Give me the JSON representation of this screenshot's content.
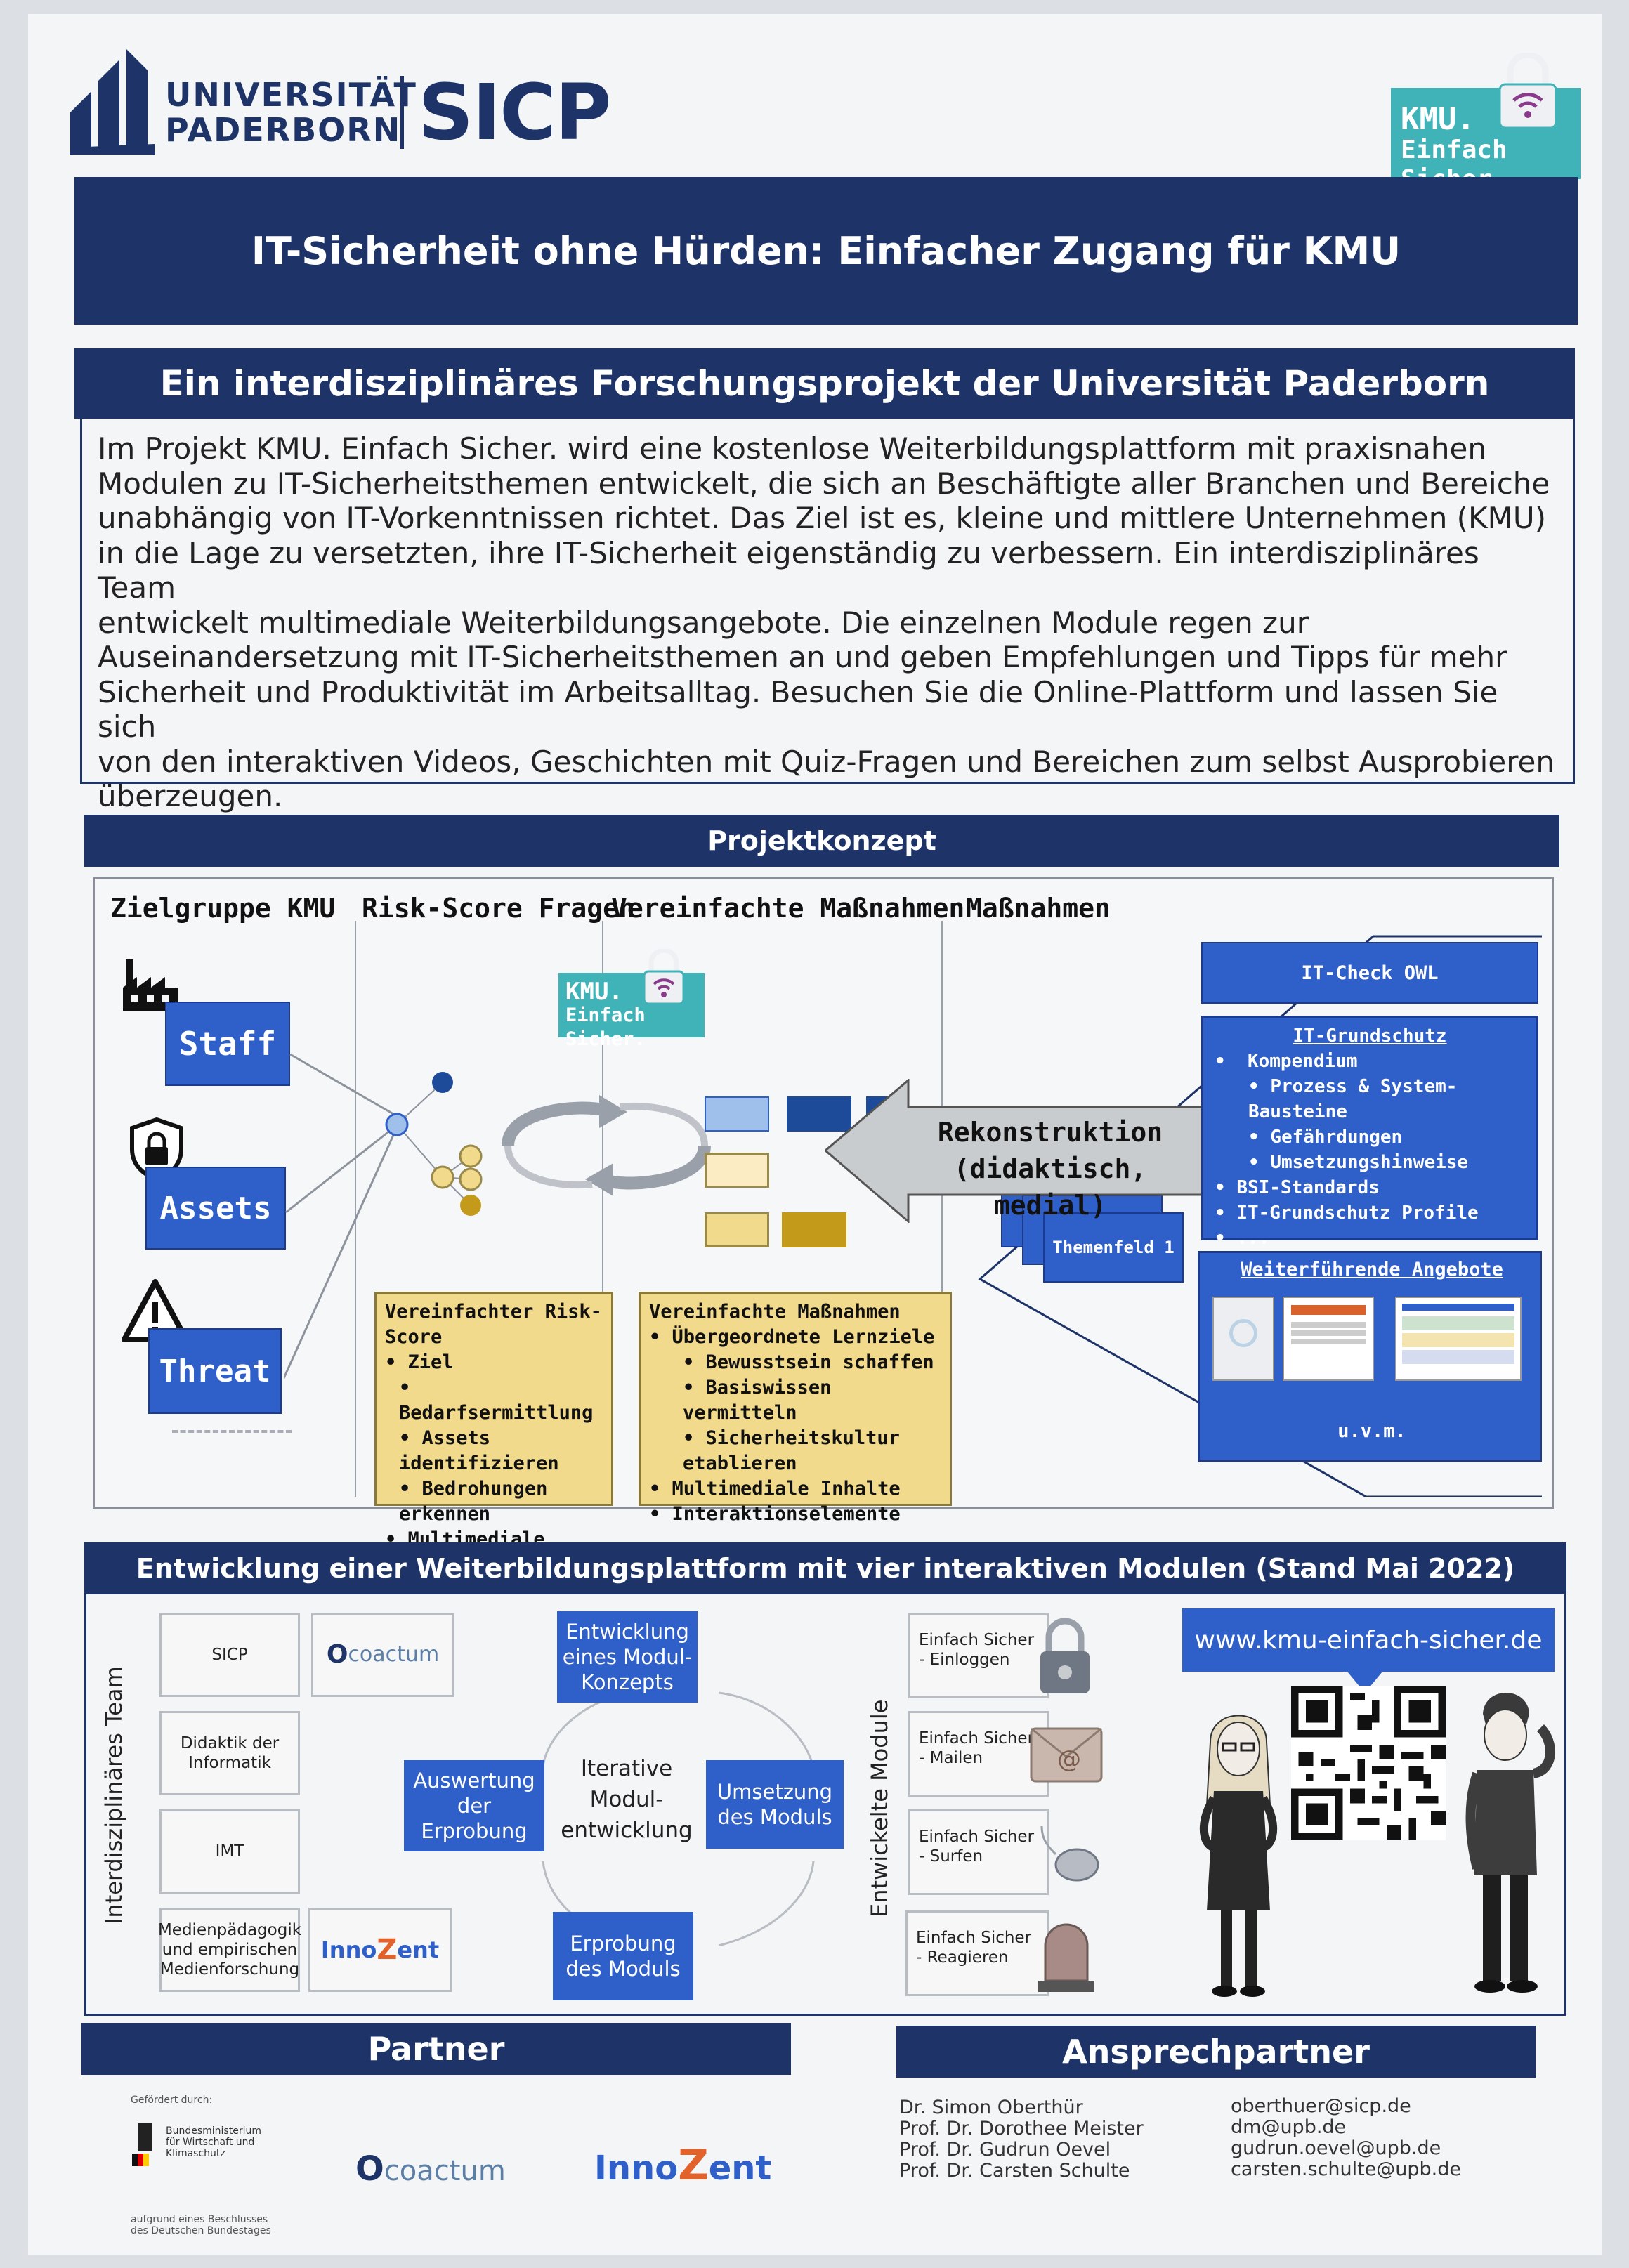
{
  "header": {
    "university_line1": "UNIVERSITÄT",
    "university_line2": "PADERBORN",
    "sicp_logo": "SICP",
    "kmu_logo_line1": "KMU.",
    "kmu_logo_line2": "Einfach Sicher."
  },
  "title": "IT-Sicherheit ohne Hürden: Einfacher Zugang für KMU",
  "subtitle": "Ein interdisziplinäres Forschungsprojekt der Universität Paderborn",
  "intro_lines": [
    "Im Projekt KMU. Einfach Sicher. wird eine kostenlose Weiterbildungsplattform mit praxisnahen",
    "Modulen zu IT-Sicherheitsthemen entwickelt, die sich an Beschäftigte aller Branchen und Bereiche",
    "unabhängig von IT-Vorkenntnissen richtet. Das Ziel ist es, kleine und mittlere Unternehmen (KMU)",
    "in die Lage zu versetzten, ihre IT-Sicherheit eigenständig zu verbessern. Ein interdisziplinäres Team",
    "entwickelt multimediale Weiterbildungsangebote. Die einzelnen Module regen zur",
    "Auseinandersetzung mit IT-Sicherheitsthemen an und geben Empfehlungen und Tipps für mehr",
    "Sicherheit und Produktivität im Arbeitsalltag. Besuchen Sie die Online-Plattform und lassen Sie sich",
    "von den interaktiven Videos, Geschichten mit Quiz-Fragen und Bereichen zum selbst Ausprobieren",
    "überzeugen."
  ],
  "projektkonzept": {
    "heading": "Projektkonzept",
    "col_zielgruppe": "Zielgruppe KMU",
    "col_riskscore": "Risk-Score Fragen",
    "col_vereinfacht": "Vereinfachte Maßnahmen",
    "col_massnahmen": "Maßnahmen",
    "targets": [
      "Staff",
      "Assets",
      "Threat"
    ],
    "kmu_badge_line1": "KMU.",
    "kmu_badge_line2": "Einfach Sicher.",
    "risk_note": {
      "title": "Vereinfachter Risk-Score",
      "ziel": "Ziel",
      "items": [
        "Bedarfsermittlung",
        "Assets identifizieren",
        "Bedrohungen erkennen"
      ],
      "extra": "Multimediale Inhalte"
    },
    "measures_note": {
      "title": "Vereinfachte Maßnahmen",
      "lead": "Übergeordnete Lernziele",
      "items": [
        "Bewusstsein schaffen",
        "Basiswissen vermitteln",
        "Sicherheitskultur etablieren"
      ],
      "extra1": "Multimediale Inhalte",
      "extra2": "Interaktionselemente"
    },
    "reconstruction_line1": "Rekonstruktion",
    "reconstruction_line2": "(didaktisch, medial)",
    "themenfeld": "Themenfeld 1",
    "it_check": "IT-Check OWL",
    "grundschutz": {
      "title": "IT-Grundschutz",
      "kompendium": "Kompendium",
      "sub": [
        "Prozess & System-Bausteine",
        "Gefährdungen",
        "Umsetzungshinweise"
      ],
      "more": [
        "BSI-Standards",
        "IT-Grundschutz Profile",
        "..."
      ]
    },
    "weiterfuehrend": "Weiterführende Angebote",
    "uvm": "u.v.m."
  },
  "entwicklung": {
    "heading": "Entwicklung einer Weiterbildungsplattform mit vier interaktiven Modulen (Stand Mai 2022)",
    "team_label": "Interdisziplinäres Team",
    "team": [
      "SICP",
      "Didaktik der Informatik",
      "IMT",
      "Medienpädagogik und empirischen Medienforschung"
    ],
    "coactum": "coactum",
    "innozent_a": "Inno",
    "innozent_b": "Z",
    "innozent_c": "ent",
    "cycle_center": "Iterative Modul-entwicklung",
    "cycle": [
      "Entwicklung eines Modul-Konzepts",
      "Umsetzung des Moduls",
      "Erprobung des Moduls",
      "Auswertung der Erprobung"
    ],
    "modules_label": "Entwickelte Module",
    "modules": [
      "Einfach Sicher - Einloggen",
      "Einfach Sicher - Mailen",
      "Einfach Sicher - Surfen",
      "Einfach Sicher - Reagieren"
    ],
    "url": "www.kmu-einfach-sicher.de"
  },
  "partner": {
    "heading": "Partner",
    "gefoerdert": "Gefördert durch:",
    "ministry": "Bundesministerium für Wirtschaft und Klimaschutz",
    "beschluss": "aufgrund eines Beschlusses des Deutschen Bundestages",
    "coactum": "coactum",
    "innozent_a": "Inno",
    "innozent_b": "Z",
    "innozent_c": "ent"
  },
  "ansprechpartner": {
    "heading": "Ansprechpartner",
    "names": [
      "Dr. Simon Oberthür",
      "Prof. Dr. Dorothee Meister",
      "Prof. Dr. Gudrun Oevel",
      "Prof. Dr. Carsten Schulte"
    ],
    "emails": [
      "oberthuer@sicp.de",
      "dm@upb.de",
      "gudrun.oevel@upb.de",
      "carsten.schulte@upb.de"
    ]
  },
  "colors": {
    "navy": "#1e3468",
    "blue": "#2f5fc8",
    "teal": "#3fb3b8",
    "note": "#f2da8c"
  }
}
